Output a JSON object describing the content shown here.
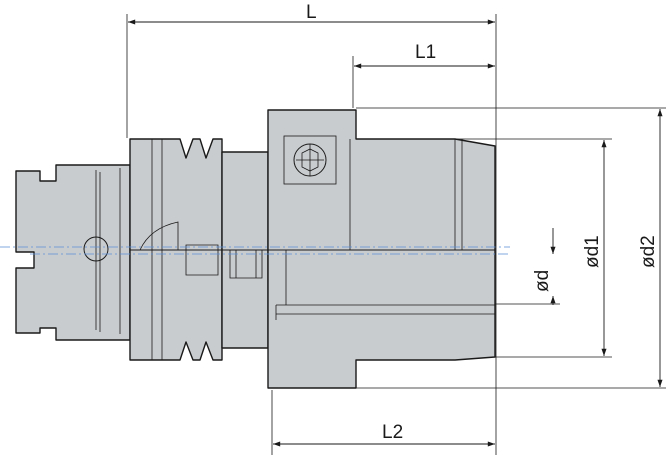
{
  "dimensions": {
    "L": "L",
    "L1": "L1",
    "L2": "L2",
    "d": "ød",
    "d1": "ød1",
    "d2": "ød2"
  },
  "colors": {
    "body": "#c9cccf",
    "centerline": "#5a8fd6",
    "lines": "#1a1a1a"
  }
}
